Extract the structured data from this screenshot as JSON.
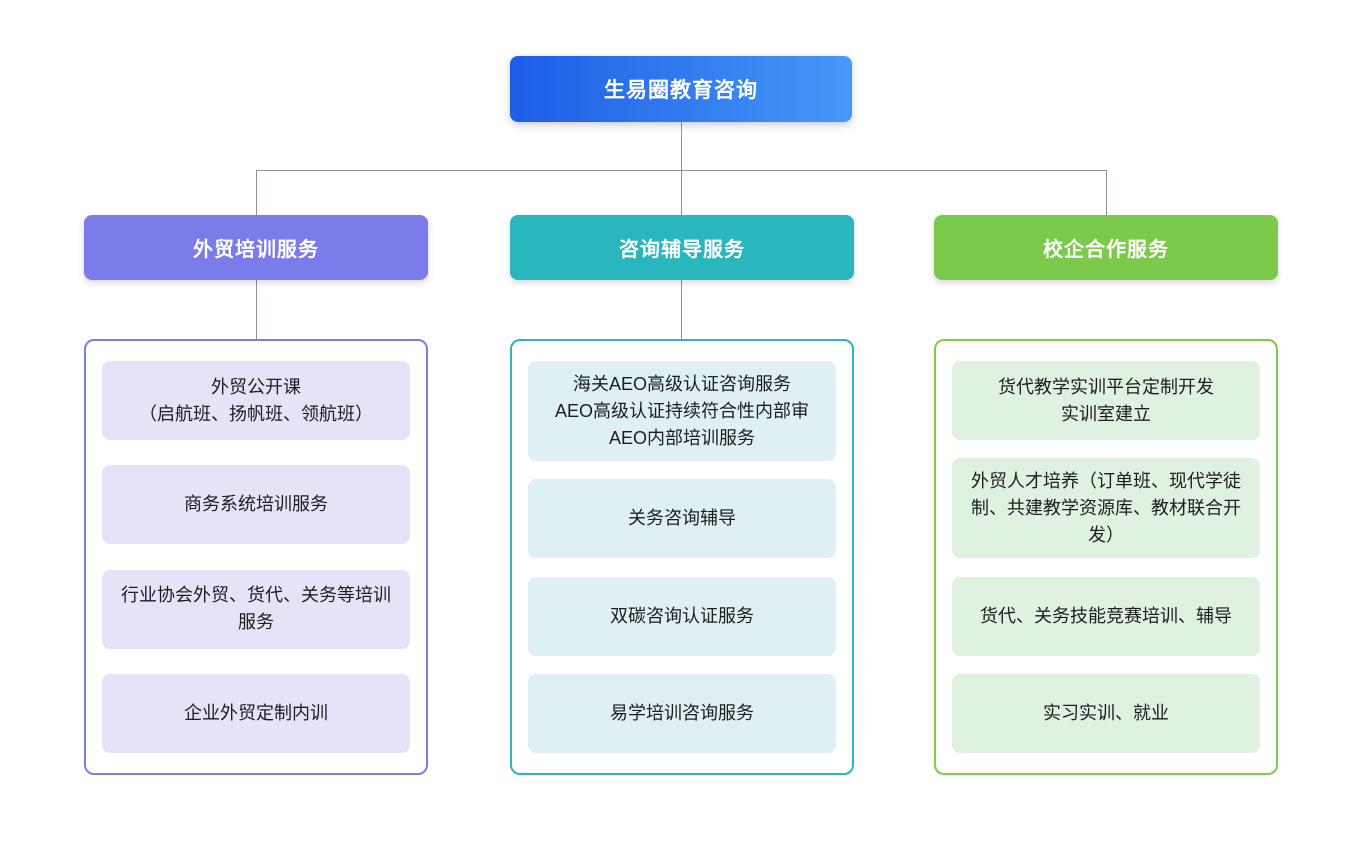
{
  "root": {
    "label": "生易圈教育咨询",
    "gradient_from": "#1d5de6",
    "gradient_to": "#4698f8",
    "text_color": "#ffffff"
  },
  "connector_color": "#8c929e",
  "branches": [
    {
      "label": "外贸培训服务",
      "header_color": "#7a7cea",
      "border_color": "#7b7ce8",
      "item_bg": "#e5e3f8",
      "items": [
        "外贸公开课\n（启航班、扬帆班、领航班）",
        "商务系统培训服务",
        "行业协会外贸、货代、关务等培训服务",
        "企业外贸定制内训"
      ]
    },
    {
      "label": "咨询辅导服务",
      "header_color": "#29b6bd",
      "border_color": "#2ab7bd",
      "item_bg": "#def0f3",
      "items": [
        "海关AEO高级认证咨询服务\nAEO高级认证持续符合性内部审\nAEO内部培训服务",
        "关务咨询辅导",
        "双碳咨询认证服务",
        "易学培训咨询服务"
      ]
    },
    {
      "label": "校企合作服务",
      "header_color": "#7cca4b",
      "border_color": "#7dcb4b",
      "item_bg": "#dff2df",
      "items": [
        "货代教学实训平台定制开发\n实训室建立",
        "外贸人才培养（订单班、现代学徒制、共建教学资源库、教材联合开发）",
        "货代、关务技能竞赛培训、辅导",
        "实习实训、就业"
      ]
    }
  ]
}
